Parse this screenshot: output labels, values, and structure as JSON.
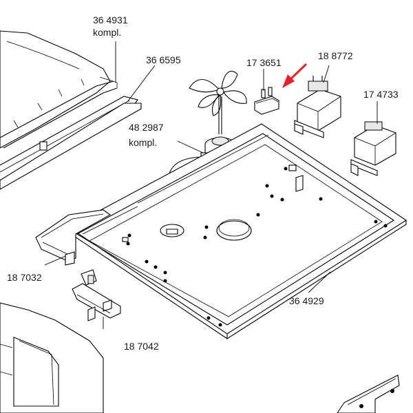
{
  "labels": {
    "cover_assembly": {
      "number": "36 4931",
      "suffix": "kompl."
    },
    "gasket_strip": {
      "number": "36 6595"
    },
    "thermostat": {
      "number": "17 3651"
    },
    "transformer_large": {
      "number": "18 8772"
    },
    "transformer_small": {
      "number": "17 4733"
    },
    "fan_assembly": {
      "number": "48 2987",
      "suffix": "kompl."
    },
    "side_bracket": {
      "number": "18 7032"
    },
    "door_switch": {
      "number": "18 7042"
    },
    "base_plate": {
      "number": "36 4929"
    }
  },
  "colors": {
    "line": "#000000",
    "highlight_arrow": "#e8202a",
    "background": "#ffffff"
  }
}
